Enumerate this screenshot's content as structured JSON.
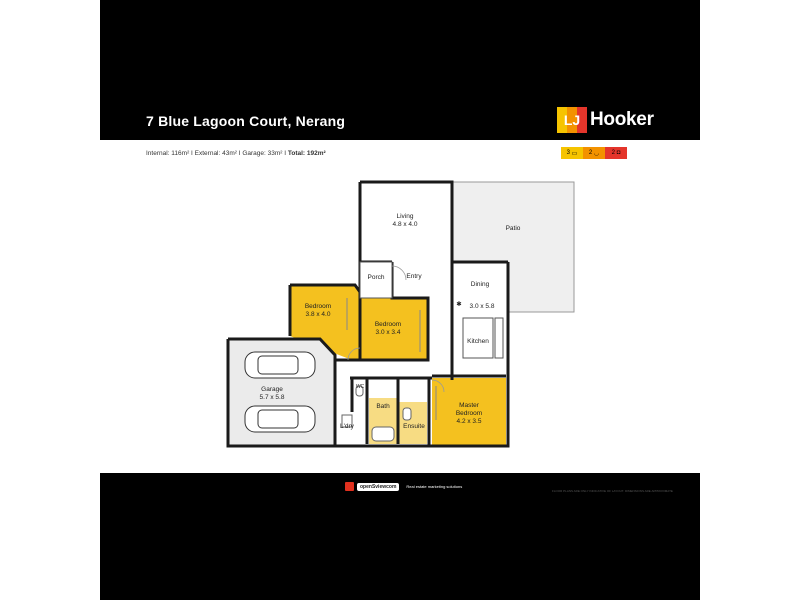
{
  "listing": {
    "address": "7 Blue Lagoon Court, Nerang",
    "area_text": "Internal: 116m² I External: 43m² I Garage: 33m² I ",
    "total_label": "Total: 192m²"
  },
  "brand": {
    "name": "Hooker",
    "lj": "LJ",
    "colors": {
      "yellow": "#f6c400",
      "orange": "#f39200",
      "red": "#e4352b"
    }
  },
  "stats": {
    "beds": {
      "value": "3",
      "icon": "bed-icon"
    },
    "baths": {
      "value": "2",
      "icon": "bath-icon"
    },
    "cars": {
      "value": "2",
      "icon": "car-icon"
    }
  },
  "rooms": {
    "living": {
      "name": "Living",
      "size": "4.8 x 4.0"
    },
    "patio": {
      "name": "Patio"
    },
    "porch": {
      "name": "Porch"
    },
    "entry": {
      "name": "Entry"
    },
    "dining": {
      "name": "Dining",
      "size": "3.0 x 5.8"
    },
    "kitchen": {
      "name": "Kitchen"
    },
    "bedroom1": {
      "name": "Bedroom",
      "size": "3.8 x 4.0"
    },
    "bedroom2": {
      "name": "Bedroom",
      "size": "3.0 x 3.4"
    },
    "garage": {
      "name": "Garage",
      "size": "5.7 x 5.8"
    },
    "wc": {
      "name": "WC"
    },
    "bath": {
      "name": "Bath"
    },
    "ensuite": {
      "name": "Ensuite"
    },
    "laundry": {
      "name": "L'dry"
    },
    "master": {
      "name": "Master\nBedroom",
      "size": "4.2 x 3.5"
    }
  },
  "footer": {
    "partner": "openSviewcom",
    "tagline": "Real estate marketing solutions",
    "disclaimer": "FLOOR PLANS ARE ONLY INDICATIVE OF LAYOUT. DIMENSIONS ARE APPROXIMATE"
  }
}
